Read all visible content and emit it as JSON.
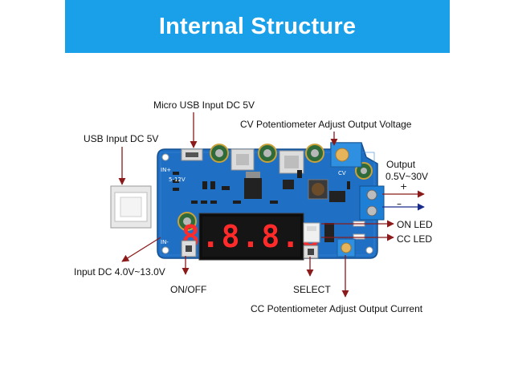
{
  "header": {
    "title": "Internal Structure"
  },
  "labels": {
    "micro_usb": "Micro USB Input DC 5V",
    "cv_pot": "CV Potentiometer Adjust Output Voltage",
    "usb_input": "USB Input DC 5V",
    "output_title": "Output",
    "output_range": "0.5V~30V",
    "on_led": "ON LED",
    "cc_led": "CC LED",
    "input_dc": "Input DC 4.0V~13.0V",
    "on_off": "ON/OFF",
    "select": "SELECT",
    "cc_pot": "CC Potentiometer Adjust Output Current"
  },
  "board": {
    "display_digits": "8.8.8.8",
    "silk_in_plus": "IN+",
    "silk_in_minus": "IN-",
    "silk_5_12v": "5-12V",
    "silk_cv": "CV",
    "terminal_plus": "+",
    "terminal_minus": "–"
  },
  "colors": {
    "banner": "#1aa0e8",
    "pcb": "#1f6fc4",
    "pcb_dark": "#15549a",
    "arrow": "#8b1a1a",
    "display_digit": "#ff2a2a"
  }
}
